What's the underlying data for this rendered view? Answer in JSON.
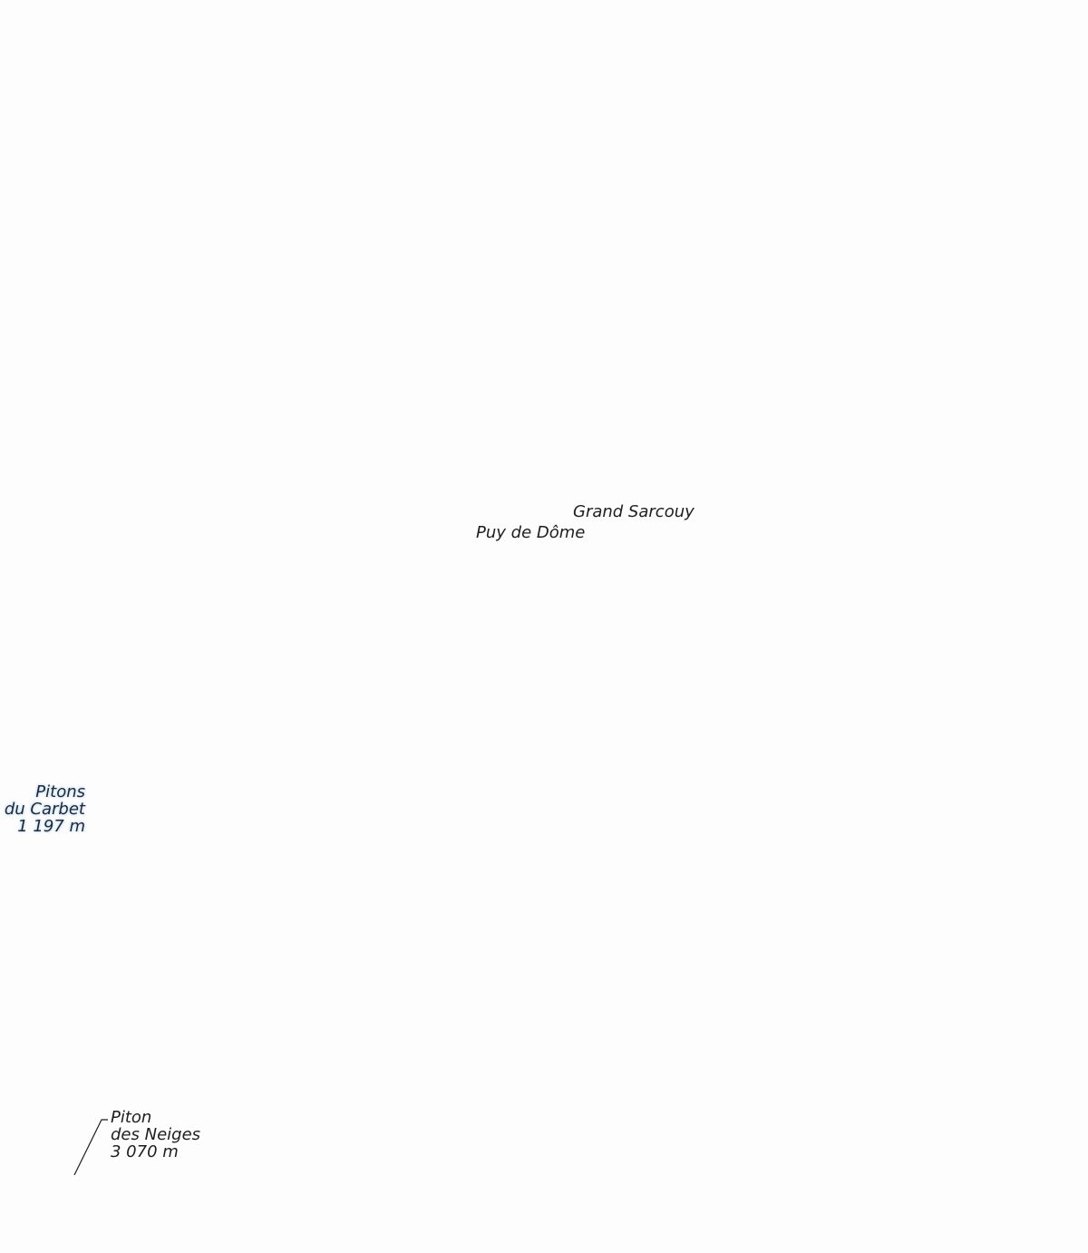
{
  "map": {
    "labels": {
      "grand_sarcouy": "Grand Sarcouy",
      "puy_de_dome": "Puy de Dôme",
      "pitons_du_carbet": {
        "line1": "Pitons",
        "line2": "du Carbet",
        "line3": "1 197 m"
      },
      "piton_des_neiges": {
        "line1": "Piton",
        "line2": "des Neiges",
        "line3": "3 070 m"
      }
    },
    "colors": {
      "background": "#fdfdfd",
      "label_text": "#1e1e1e",
      "halo": "#d8e8f5",
      "leader_line": "#1e1e1e"
    }
  }
}
